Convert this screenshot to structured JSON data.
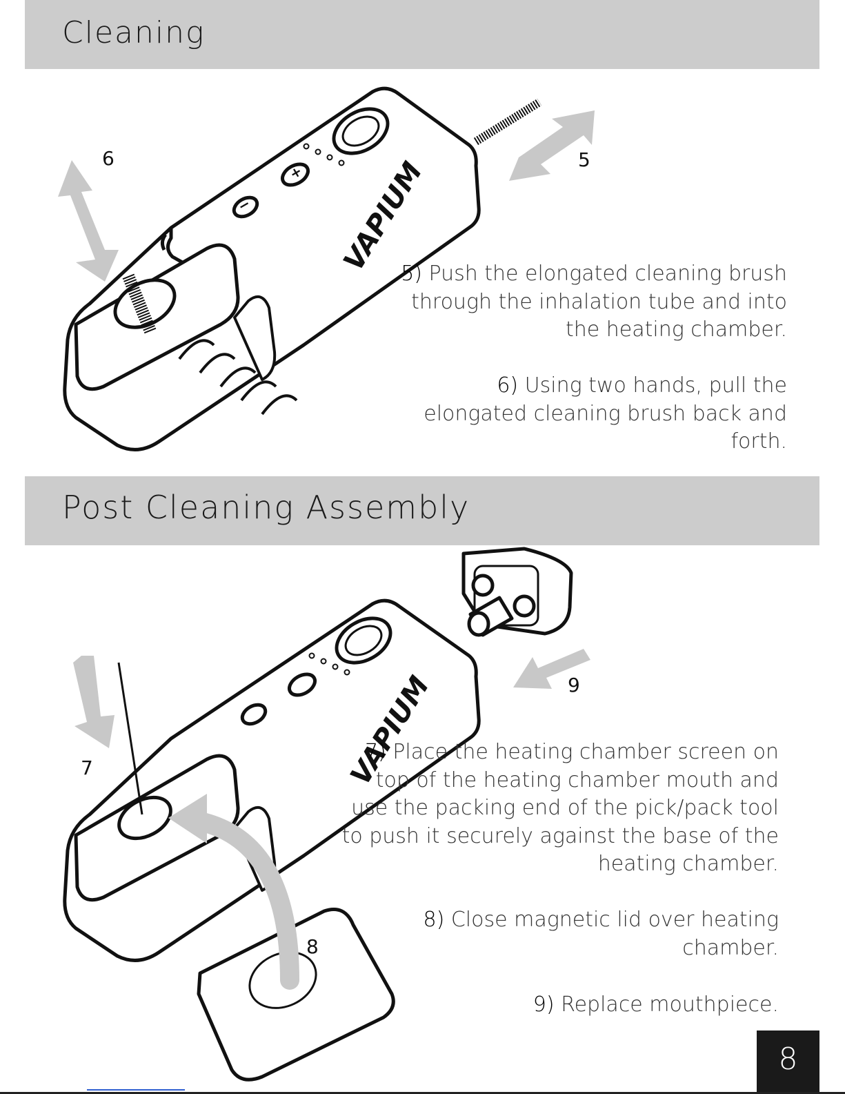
{
  "sections": {
    "cleaning_title": "Cleaning",
    "assembly_title": "Post Cleaning Assembly"
  },
  "brand": "VAPIUM",
  "step_labels": {
    "s5": "5",
    "s6": "6",
    "s7": "7",
    "s8": "8",
    "s9": "9"
  },
  "instructions": {
    "p5": {
      "num": "5)",
      "text": " Push the elongated cleaning brush through the inhalation tube and into the heating chamber."
    },
    "p6": {
      "num": "6)",
      "text": " Using two hands, pull the elongated cleaning brush back and forth."
    },
    "p7": {
      "num": "7)",
      "text": " Place the heating chamber screen on top of the  heating chamber mouth and use the packing end of the pick/pack tool to push it securely against the base of the heating chamber."
    },
    "p8": {
      "num": "8)",
      "text": " Close magnetic lid over heating chamber."
    },
    "p9": {
      "num": "9)",
      "text": " Replace mouthpiece."
    }
  },
  "page_number": "8",
  "colors": {
    "header_bar": "#cccccc",
    "arrow_gray": "#c8c8c8",
    "page_box": "#1a1a1a"
  }
}
